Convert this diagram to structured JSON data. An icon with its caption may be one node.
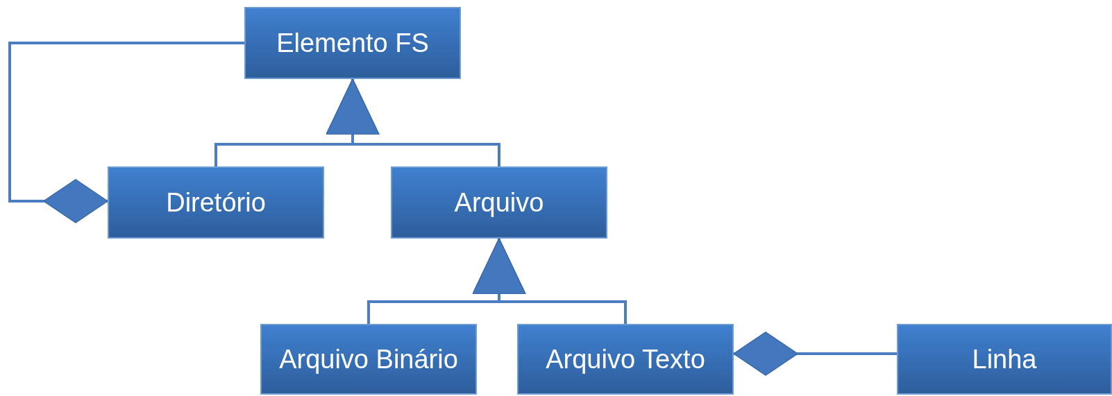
{
  "diagram": {
    "nodes": [
      {
        "text": [
          "Elemento FS"
        ]
      },
      {
        "text": [
          "Diretório"
        ]
      },
      {
        "text": [
          "Arquivo"
        ]
      },
      {
        "text": [
          "Arquivo Binário"
        ]
      },
      {
        "text": [
          "Arquivo Texto"
        ]
      },
      {
        "text": [
          "Linha"
        ]
      }
    ],
    "edges": [
      {
        "from": 1,
        "to": 0,
        "arrow": "to"
      },
      {
        "from": 2,
        "to": 0,
        "arrow": "to"
      },
      {
        "from": 3,
        "to": 2,
        "arrow": "to"
      },
      {
        "from": 4,
        "to": 2,
        "arrow": "to"
      },
      {
        "from": 0,
        "to": 1,
        "arrow": "other"
      },
      {
        "from": 5,
        "to": 4,
        "arrow": "other"
      }
    ]
  }
}
